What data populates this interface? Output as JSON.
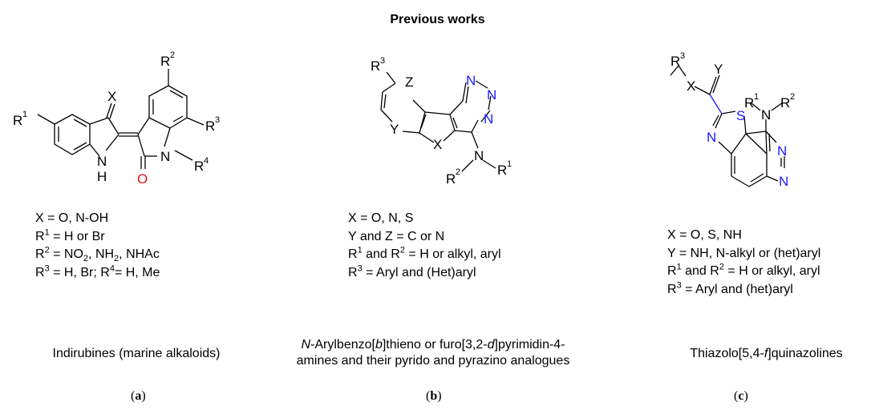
{
  "title": "Previous works",
  "panels": [
    {
      "id": "a",
      "atoms": {
        "x": "X",
        "r1": "R",
        "r1s": "1",
        "r2": "R",
        "r2s": "2",
        "r3": "R",
        "r3s": "3",
        "r4": "R",
        "r4s": "4",
        "nh_n": "N",
        "nh_h": "H",
        "n": "N",
        "o": "O"
      },
      "defs": [
        {
          "pre": "X = O, N-OH"
        },
        {
          "pre": "R",
          "sup": "1",
          "post": " = H or Br"
        },
        {
          "pre": "R",
          "sup": "2",
          "post": " = NO",
          "sub": "2",
          "post2": ", NH",
          "sub2": "2",
          "post3": ", NHAc"
        },
        {
          "pre": "R",
          "sup": "3",
          "post": " = H, Br; R",
          "sup2": "4",
          "post2": "= H, Me"
        }
      ],
      "caption": "Indirubines (marine alkaloids)",
      "label": "a"
    },
    {
      "id": "b",
      "atoms": {
        "r3": "R",
        "r3s": "3",
        "z": "Z",
        "y": "Y",
        "x": "X",
        "n1": "N",
        "n2": "N",
        "n3": "N",
        "r2": "R",
        "r2s": "2",
        "r1": "R",
        "r1s": "1"
      },
      "defs": [
        {
          "pre": "X = O, N, S"
        },
        {
          "pre": "Y and Z = C or N"
        },
        {
          "pre": "R",
          "sup": "1",
          "post": " and R",
          "sup2": "2",
          "post2": " = H or alkyl, aryl"
        },
        {
          "pre": "R",
          "sup": "3",
          "post": " = Aryl and (Het)aryl"
        }
      ],
      "caption": {
        "l1_pre": "N",
        "l1_a": "-Arylbenzo[",
        "l1_b": "b",
        "l1_c": "]thieno or furo[3,2-",
        "l1_d": "d",
        "l1_e": "]pyrimidin-4-",
        "l2": "amines and their pyrido and pyrazino analogues"
      },
      "label": "b"
    },
    {
      "id": "c",
      "atoms": {
        "r3": "R",
        "r3s": "3",
        "y": "Y",
        "x": "X",
        "s": "S",
        "r1": "R",
        "r1s": "1",
        "n": "N",
        "r2": "R",
        "r2s": "2",
        "n1": "N",
        "n2": "N",
        "n3": "N"
      },
      "defs": [
        {
          "pre": "X = O, S, NH"
        },
        {
          "pre": "Y = NH, N-alkyl or (het)aryl"
        },
        {
          "pre": "R",
          "sup": "1",
          "post": " and R",
          "sup2": "2",
          "post2": " = H or alkyl, aryl"
        },
        {
          "pre": "R",
          "sup": "3",
          "post": " = Aryl and (het)aryl"
        }
      ],
      "caption": {
        "pre": "Thiazolo[5,4-",
        "it": "f",
        "post": "]quinazolines"
      },
      "label": "c"
    }
  ]
}
